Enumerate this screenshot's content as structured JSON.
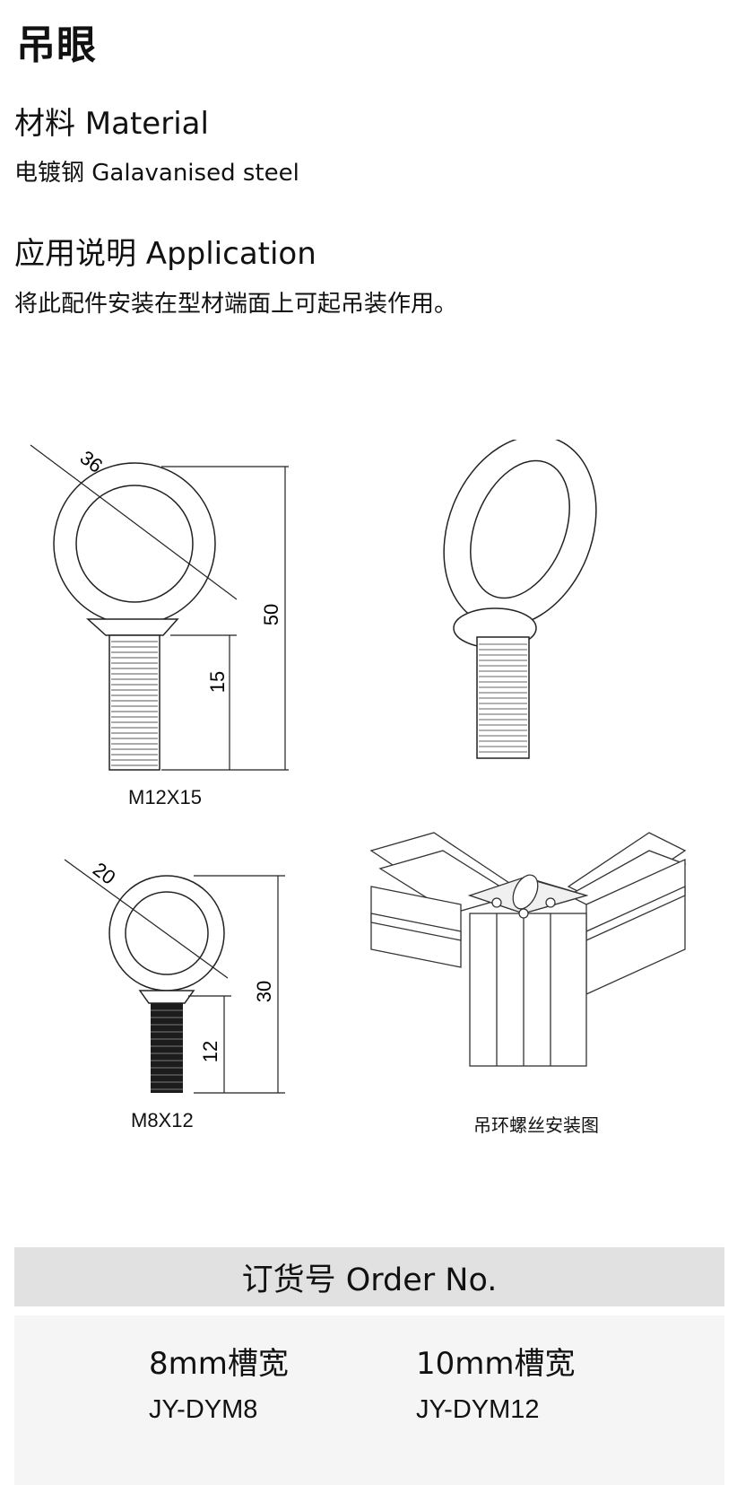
{
  "title": "吊眼",
  "material": {
    "heading": "材料 Material",
    "value": "电镀钢 Galavanised steel"
  },
  "application": {
    "heading": "应用说明 Application",
    "text": "将此配件安装在型材端面上可起吊装作用。"
  },
  "drawings": {
    "large": {
      "diameter": "36",
      "height": "50",
      "thread_length": "15",
      "label": "M12X15"
    },
    "small": {
      "diameter": "20",
      "height": "30",
      "thread_length": "12",
      "label": "M8X12"
    },
    "install_caption": "吊环螺丝安装图"
  },
  "order": {
    "heading": "订货号 Order No.",
    "columns": [
      {
        "width": "8mm槽宽",
        "part": "JY-DYM8"
      },
      {
        "width": "10mm槽宽",
        "part": "JY-DYM12"
      }
    ]
  }
}
